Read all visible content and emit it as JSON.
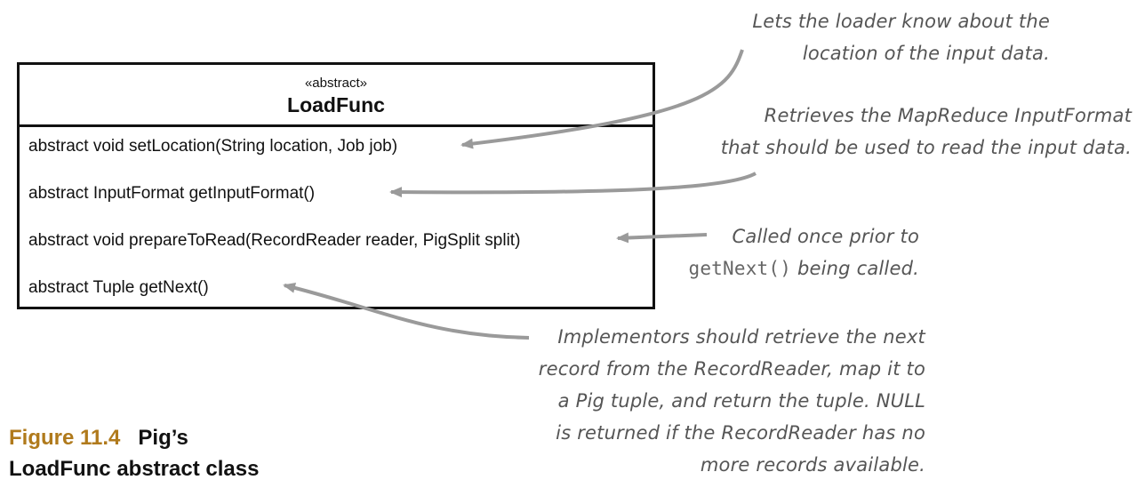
{
  "uml_class": {
    "stereotype": "«abstract»",
    "name": "LoadFunc",
    "methods": [
      "abstract void setLocation(String location, Job job)",
      "abstract InputFormat getInputFormat()",
      "abstract void prepareToRead(RecordReader reader, PigSplit split)",
      "abstract Tuple getNext()"
    ]
  },
  "annotations": {
    "setLocation": [
      "Lets the loader know about the",
      "location of the input data."
    ],
    "getInputFormat": [
      "Retrieves the MapReduce InputFormat",
      "that should be used to read the input data."
    ],
    "prepareToRead": {
      "line1": "Called once prior to",
      "code": "getNext()",
      "line2_rest": "being called."
    },
    "getNext": [
      "Implementors should retrieve the next",
      "record from the RecordReader, map it to",
      "a Pig tuple, and return the tuple. NULL",
      "is returned if the RecordReader has no",
      "more records available."
    ]
  },
  "caption": {
    "figure_number": "Figure 11.4",
    "title_line1": "Pig’s",
    "title_line2": "LoadFunc abstract class"
  },
  "colors": {
    "caption_number": "#b07a1c",
    "annotation_text": "#555555",
    "arrow": "#9a9a9a"
  }
}
